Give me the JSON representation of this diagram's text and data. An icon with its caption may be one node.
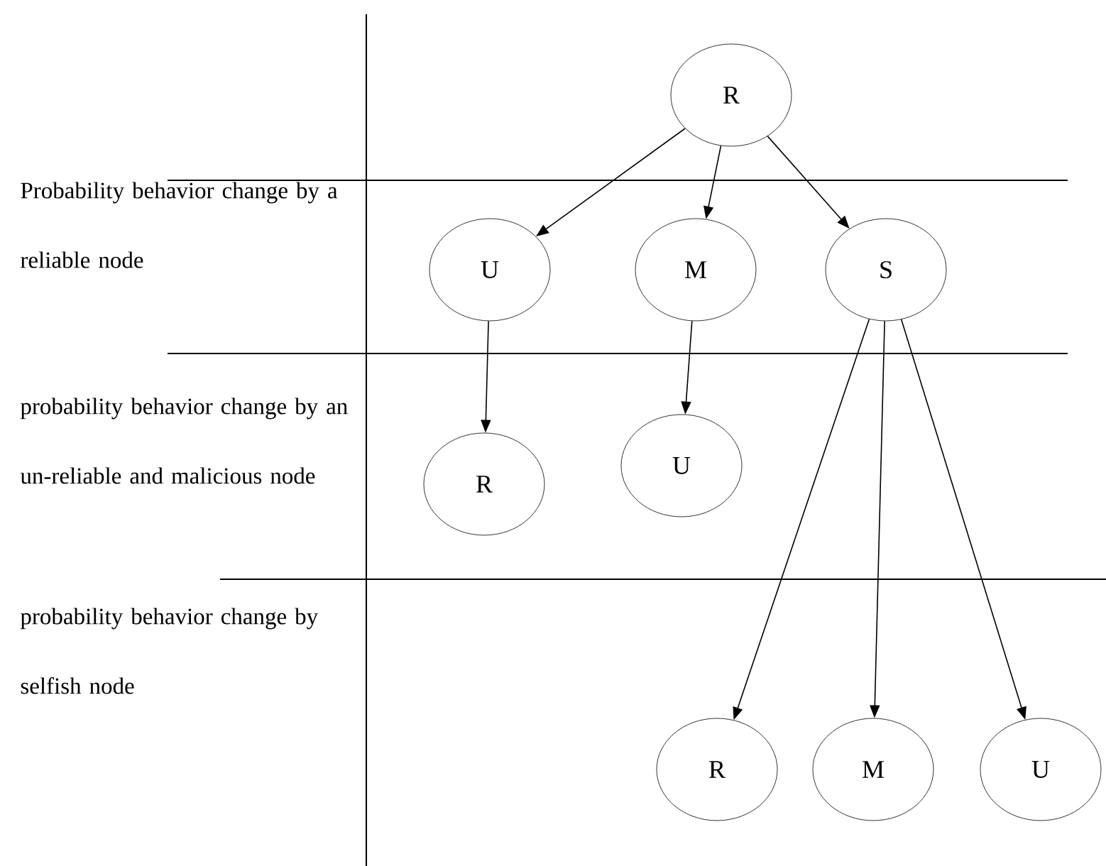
{
  "diagram": {
    "nodes": [
      {
        "text": [
          "R"
        ]
      },
      {
        "text": [
          "U"
        ]
      },
      {
        "text": [
          "M"
        ]
      },
      {
        "text": [
          "S"
        ]
      },
      {
        "text": [
          "R"
        ]
      },
      {
        "text": [
          "U"
        ]
      },
      {
        "text": [
          "R"
        ]
      },
      {
        "text": [
          "M"
        ]
      },
      {
        "text": [
          "U"
        ]
      }
    ],
    "edges": [
      {
        "from": 0,
        "to": 1,
        "arrow": "to"
      },
      {
        "from": 0,
        "to": 2,
        "arrow": "to"
      },
      {
        "from": 0,
        "to": 3,
        "arrow": "to"
      },
      {
        "from": 1,
        "to": 4,
        "arrow": "to"
      },
      {
        "from": 2,
        "to": 5,
        "arrow": "to"
      },
      {
        "from": 3,
        "to": 6,
        "arrow": "to"
      },
      {
        "from": 3,
        "to": 7,
        "arrow": "to"
      },
      {
        "from": 3,
        "to": 8,
        "arrow": "to"
      }
    ],
    "labels": [
      "Probability behavior change by a reliable node",
      "probability behavior change by an un-reliable and malicious node",
      "probability behavior change by selfish node"
    ]
  }
}
